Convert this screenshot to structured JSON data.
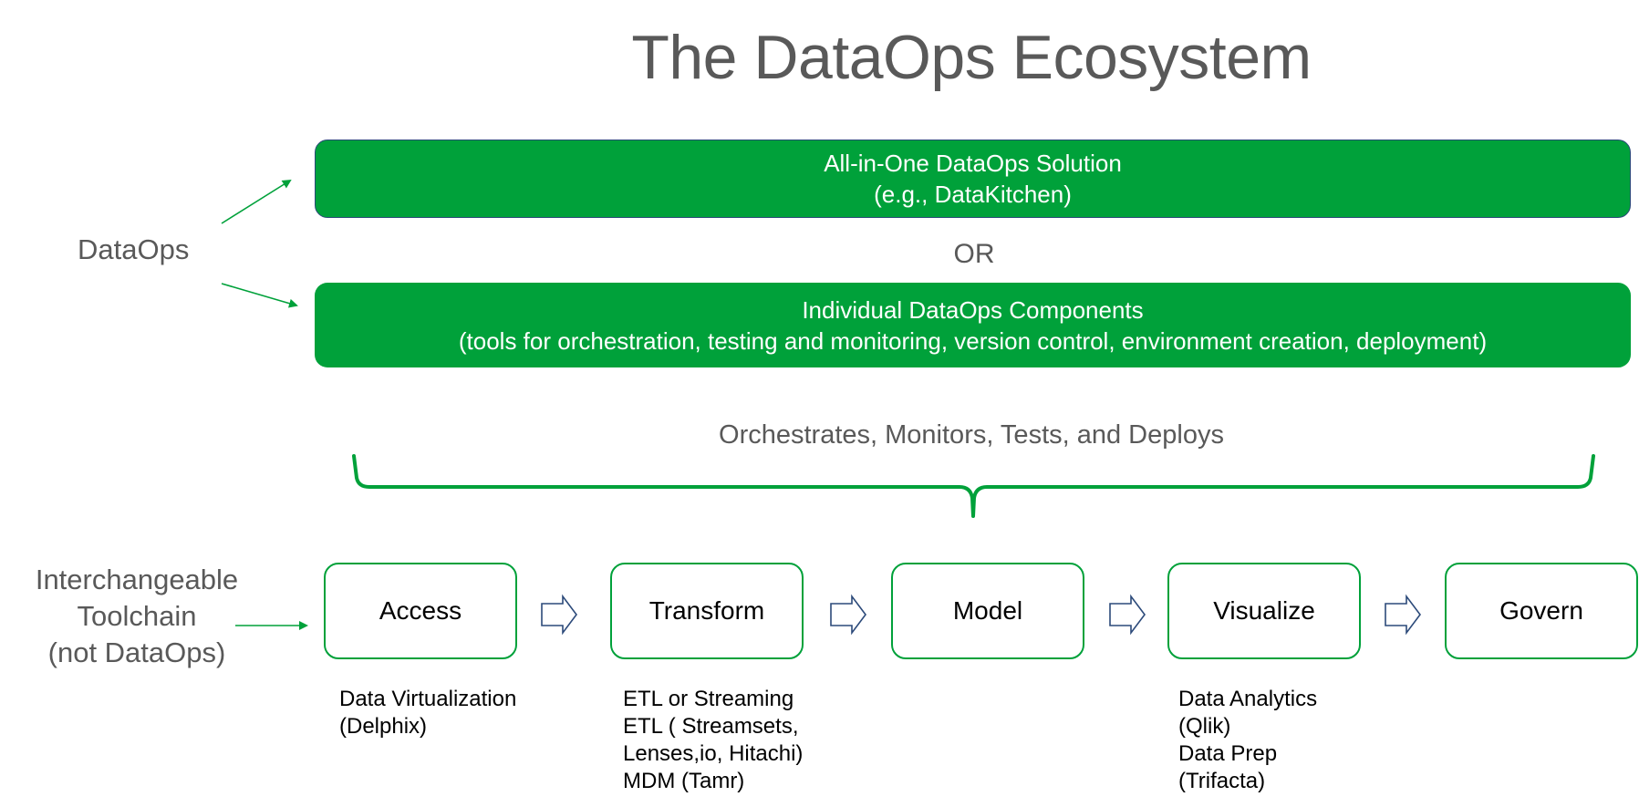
{
  "title": "The DataOps Ecosystem",
  "dataops_label": "DataOps",
  "all_in_one": {
    "line1": "All-in-One DataOps Solution",
    "line2": "(e.g., DataKitchen)"
  },
  "or_label": "OR",
  "individual": {
    "line1": "Individual DataOps Components",
    "line2": "(tools for orchestration, testing and monitoring, version control, environment creation, deployment)"
  },
  "orchestrates_label": "Orchestrates, Monitors, Tests, and Deploys",
  "toolchain_label": {
    "line1": "Interchangeable",
    "line2": "Toolchain",
    "line3": "(not DataOps)"
  },
  "stages": [
    "Access",
    "Transform",
    "Model",
    "Visualize",
    "Govern"
  ],
  "access_tools": [
    "Data Virtualization",
    "(Delphix)"
  ],
  "transform_tools": [
    "ETL or Streaming",
    "ETL ( Streamsets,",
    "Lenses,io, Hitachi)",
    "MDM (Tamr)"
  ],
  "visualize_tools": [
    "Data Analytics",
    "(Qlik)",
    "Data Prep",
    "(Trifacta)"
  ],
  "colors": {
    "green": "#00a13a",
    "gray_text": "#595959",
    "arrow_outline": "#2c4a7a"
  }
}
